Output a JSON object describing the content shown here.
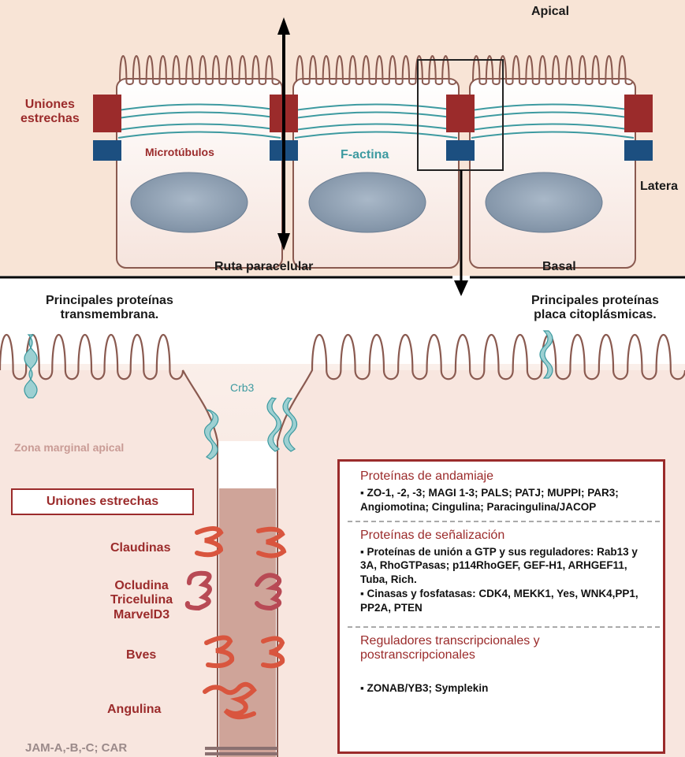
{
  "top": {
    "apical": "Apical",
    "basal": "Basal",
    "lateral": "Latera",
    "tight_junctions": [
      "Uniones",
      "estrechas"
    ],
    "microtubules": "Microtúbulos",
    "f_actin": "F-actina",
    "paracellular_route": "Ruta paracelular"
  },
  "bottom": {
    "transmembrane_title": [
      "Principales proteínas",
      "transmembrana."
    ],
    "plaque_title": [
      "Principales proteínas",
      "placa citoplásmicas."
    ],
    "crb3": "Crb3",
    "apical_marginal_zone": "Zona marginal apical",
    "tj_box": "Uniones estrechas",
    "proteins": [
      "Claudinas",
      "Ocludina",
      "Tricelulina",
      "MarvelD3",
      "Bves",
      "Angulina",
      "JAM-A,-B,-C; CAR"
    ]
  },
  "info": {
    "scaffold_title": "Proteínas de andamiaje",
    "scaffold_text": "▪ ZO-1, -2, -3; MAGI 1-3; PALS; PATJ; MUPPI; PAR3; Angiomotina; Cingulina; Paracingulina/JACOP",
    "signal_title": "Proteínas de señalización",
    "signal_text_1": "▪ Proteínas de unión a GTP y sus reguladores: Rab13 y 3A, RhoGTPasas; p114RhoGEF, GEF-H1, ARHGEF11, Tuba, Rich.",
    "signal_text_2": "▪ Cinasas y fosfatasas: CDK4, MEKK1, Yes, WNK4,PP1, PP2A, PTEN",
    "transcr_title": "Reguladores transcripcionales y postranscripcionales",
    "transcr_text": "▪ ZONAB/YB3; Symplekin"
  },
  "colors": {
    "top_bg": "#f8e4d6",
    "bottom_bg": "#f8e6df",
    "tj_red": "#9b2b2b",
    "adherens_blue": "#1c4f80",
    "actin_teal": "#3d9aa0",
    "nucleus": "#8fa0b3",
    "protein_red": "#d9553e"
  }
}
